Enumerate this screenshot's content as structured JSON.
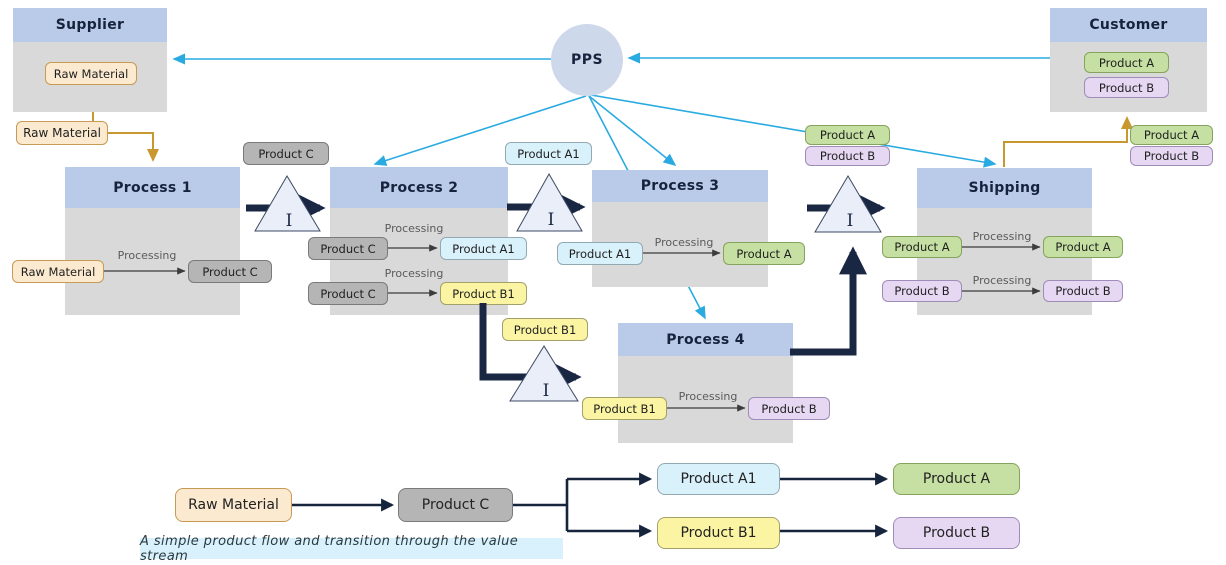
{
  "colors": {
    "header_blue": "#b9cbe9",
    "body_gray": "#d9d9d9",
    "pps_fill": "#cdd9eb",
    "raw_material_fill": "#fcead0",
    "product_c_fill": "#b5b5b5",
    "product_a1_fill": "#d9f1fb",
    "product_b1_fill": "#fbf5a3",
    "product_a_fill": "#c5e0a2",
    "product_b_fill": "#e6d8f3",
    "push_arrow_navy": "#1a2742",
    "info_arrow_blue": "#29abe2",
    "material_arrow_orange": "#c9972f",
    "caption_bg": "#d8f1fc"
  },
  "pps": {
    "label": "PPS"
  },
  "supplier": {
    "title": "Supplier",
    "item": "Raw Material",
    "out_label": "Raw Material"
  },
  "customer": {
    "title": "Customer",
    "items": [
      "Product A",
      "Product B"
    ],
    "in_labels": [
      "Product A",
      "Product B"
    ]
  },
  "processes": {
    "p1": {
      "title": "Process 1",
      "rows": [
        {
          "in": "Raw Material",
          "label": "Processing",
          "out": "Product C"
        }
      ]
    },
    "p2": {
      "title": "Process 2",
      "rows": [
        {
          "in": "Product C",
          "label": "Processing",
          "out": "Product A1"
        },
        {
          "in": "Product C",
          "label": "Processing",
          "out": "Product B1"
        }
      ]
    },
    "p3": {
      "title": "Process 3",
      "rows": [
        {
          "in": "Product A1",
          "label": "Processing",
          "out": "Product A"
        }
      ]
    },
    "p4": {
      "title": "Process 4",
      "rows": [
        {
          "in": "Product B1",
          "label": "Processing",
          "out": "Product B"
        }
      ]
    },
    "shipping": {
      "title": "Shipping",
      "rows": [
        {
          "in": "Product A",
          "label": "Processing",
          "out": "Product A"
        },
        {
          "in": "Product B",
          "label": "Processing",
          "out": "Product B"
        }
      ]
    }
  },
  "inventory": {
    "symbol": "I",
    "t1_label": "Product C",
    "t2_label": "Product A1",
    "t3_labels": [
      "Product A",
      "Product B"
    ],
    "t4_label": "Product B1"
  },
  "bottom_flow": {
    "nodes": [
      "Raw Material",
      "Product C",
      "Product A1",
      "Product B1",
      "Product A",
      "Product B"
    ],
    "caption": "A simple product flow and transition through the value stream"
  }
}
